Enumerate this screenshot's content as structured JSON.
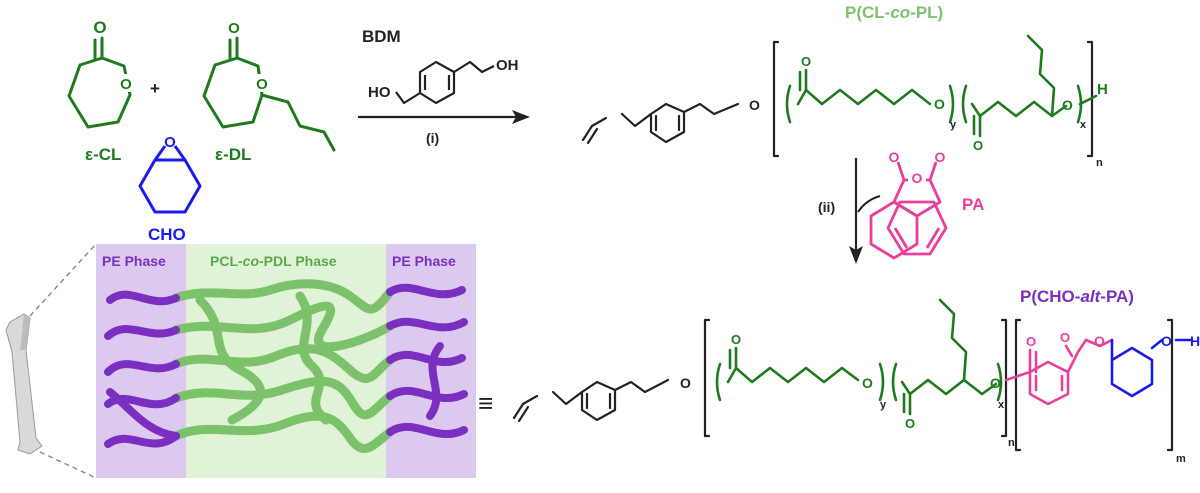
{
  "monomers": {
    "cl": {
      "label": "ε-CL"
    },
    "dl": {
      "label": "ε-DL"
    },
    "cho": {
      "label": "CHO"
    },
    "plus": "+"
  },
  "reagent": {
    "name": "BDM",
    "ho_left": "HO",
    "oh_right": "OH",
    "step1": "(i)"
  },
  "copolymer": {
    "title_prefix": "P(CL-",
    "title_italic": "co",
    "title_suffix": "-PL)",
    "o_atom": "O",
    "h_atom": "H",
    "sub_x": "x",
    "sub_y": "y",
    "sub_n": "n"
  },
  "step2": {
    "label": "(ii)",
    "reagent": "PA"
  },
  "final_polymer": {
    "title_prefix": "P(CHO-",
    "title_italic": "alt",
    "title_suffix": "-PA)",
    "o_atom": "O",
    "h_atom": "H",
    "sub_x": "x",
    "sub_y": "y",
    "sub_n": "n",
    "sub_m": "m",
    "equiv": "≡"
  },
  "phases": {
    "left": "PE Phase",
    "center_prefix": "PCL-",
    "center_italic": "co",
    "center_suffix": "-PDL Phase",
    "right": "PE Phase"
  },
  "colors": {
    "dark_green": "#1f7a1f",
    "light_green": "#7cc26b",
    "purple": "#7a2fc0",
    "blue": "#1a1aee",
    "pink": "#e8409a",
    "black": "#222222",
    "pe_bg": "#dcc9ef",
    "pcl_bg": "#e1f3d6"
  }
}
